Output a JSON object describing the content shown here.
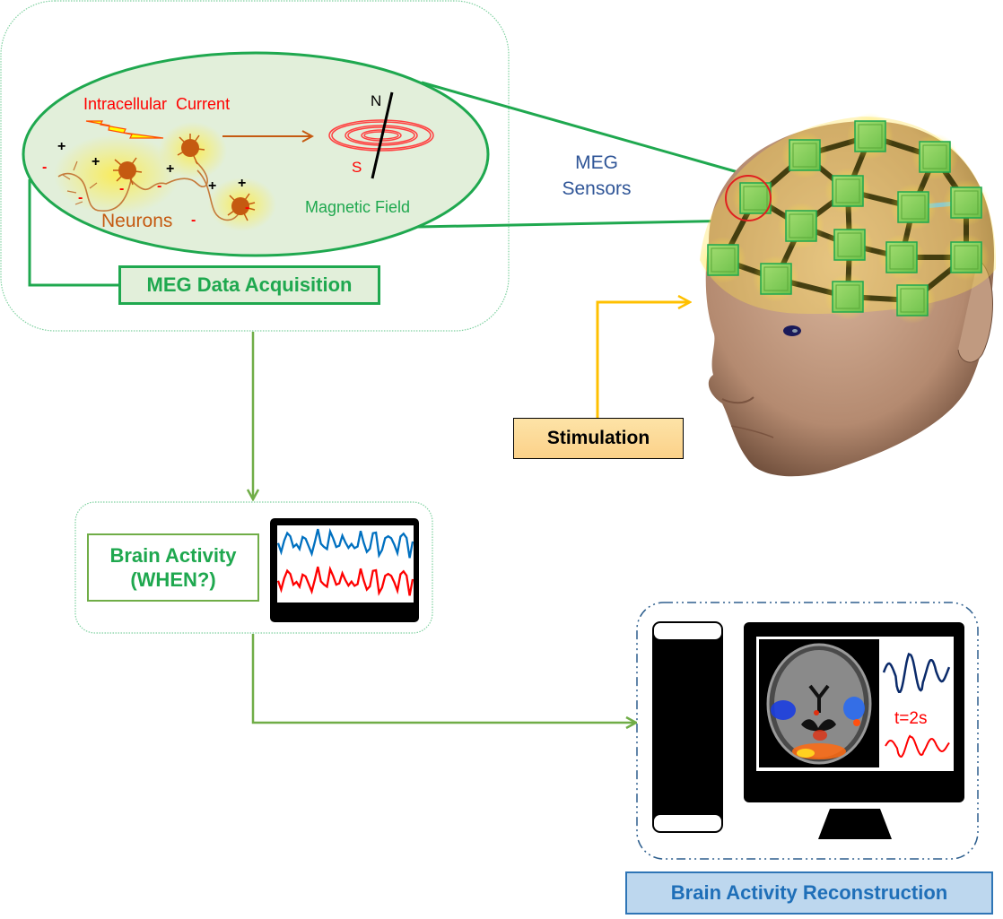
{
  "acquisition_panel": {
    "intracellular_current_label": "Intracellular  Current",
    "neurons_label": "Neurons",
    "magnetic_field_label": "Magnetic Field",
    "compass_north": "N",
    "compass_south": "S",
    "plus_sign": "+",
    "minus_sign": "-",
    "title": "MEG Data Acquisition"
  },
  "sensors_label": {
    "line1": "MEG",
    "line2": "Sensors"
  },
  "stimulation": {
    "label": "Stimulation"
  },
  "brain_activity": {
    "line1": "Brain Activity",
    "line2": "(WHEN?)"
  },
  "reconstruction": {
    "time_label": "t=2s",
    "title": "Brain Activity Reconstruction"
  },
  "colors": {
    "green_accent": "#1fa84f",
    "flow_arrow": "#70ad47",
    "stimulation_arrow": "#ffc000",
    "sensor_blue_text": "#2f5597",
    "intracellular_red": "#ff0000",
    "neuron_brown": "#c55a11",
    "recon_blue": "#1f6fb8",
    "signal_blue": "#0070c0",
    "signal_red": "#ff0000"
  }
}
